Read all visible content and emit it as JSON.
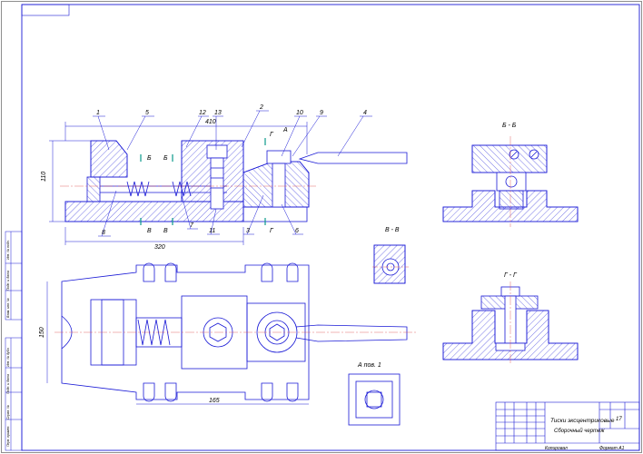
{
  "title_block": {
    "drawing_name_line1": "Тиски эксцентриковые",
    "drawing_name_line2": "Сборочный чертеж",
    "sheet_number": "17",
    "copied_label": "Копировал",
    "format_label": "Формат  А1"
  },
  "stamp_top_left": "",
  "section_labels": {
    "b_b": "Б - Б",
    "v_v": "В - В",
    "g_g": "Г - Г",
    "view_a": "А пов. 1",
    "cut_b_left": "Б",
    "cut_b_right": "Б",
    "cut_v_left": "В",
    "cut_v_right": "В",
    "cut_g_left": "Г",
    "cut_g_right": "Г",
    "cut_a": "А"
  },
  "callouts": [
    "1",
    "5",
    "12",
    "13",
    "2",
    "10",
    "9",
    "4",
    "8",
    "7",
    "11",
    "3",
    "6"
  ],
  "dimensions": {
    "overall_length": "410",
    "base_length": "320",
    "height": "110",
    "plan_width": "150",
    "plan_offset": "165"
  },
  "side_strip_labels": [
    "Инв. № подл.",
    "Подп. и дата",
    "Взам. инв. №",
    "Инв. № дубл.",
    "Подп. и дата",
    "Справ. №",
    "Перв. примен."
  ]
}
